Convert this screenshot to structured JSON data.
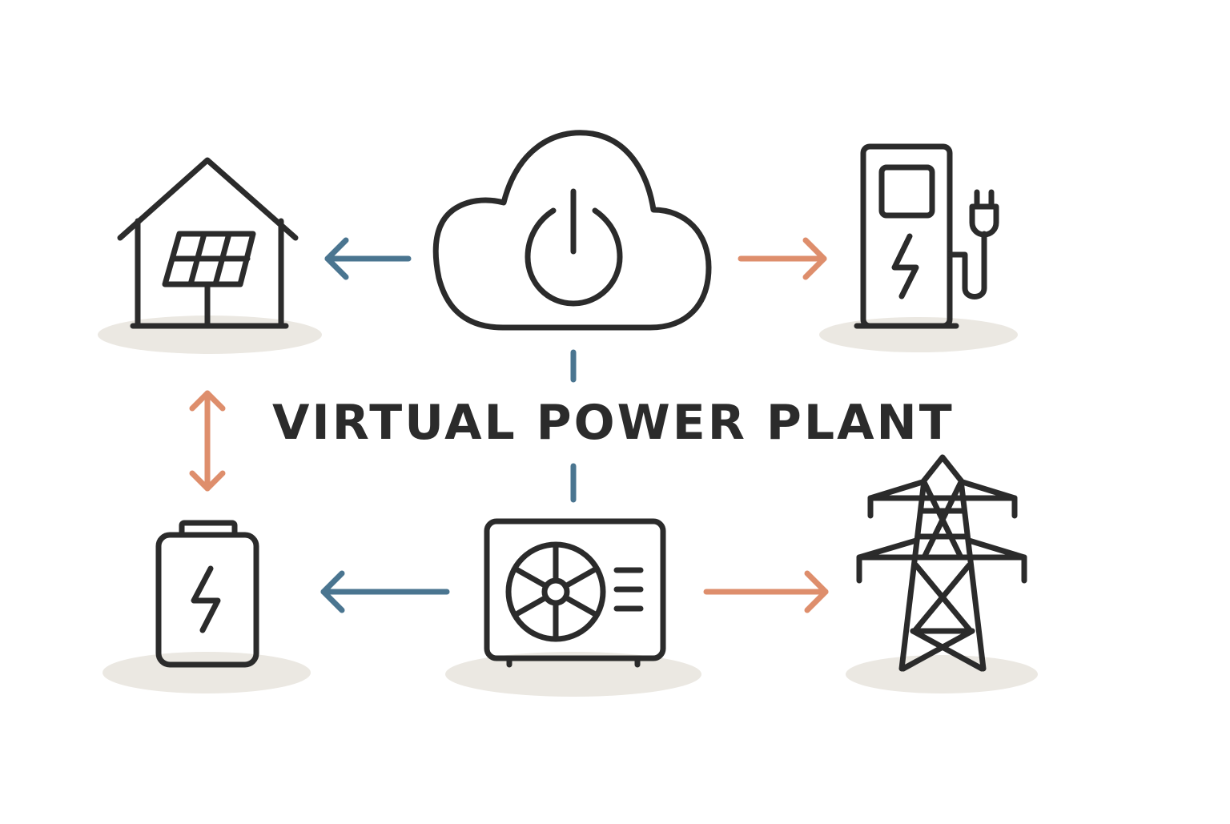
{
  "diagram": {
    "title": "VIRTUAL POWER PLANT",
    "colors": {
      "icon_stroke": "#2b2b2b",
      "title_text": "#2b2b2b",
      "arrow_blue": "#4a7590",
      "arrow_orange": "#de8e6c",
      "ground_shadow": "#ebe8e2"
    },
    "nodes": [
      {
        "name": "cloud-power-icon"
      },
      {
        "name": "solar-house-icon"
      },
      {
        "name": "ev-charger-icon"
      },
      {
        "name": "battery-icon"
      },
      {
        "name": "heat-pump-icon"
      },
      {
        "name": "transmission-tower-icon"
      }
    ],
    "connections": [
      {
        "from": "cloud-power-icon",
        "to": "solar-house-icon",
        "color": "blue",
        "style": "arrow"
      },
      {
        "from": "cloud-power-icon",
        "to": "ev-charger-icon",
        "color": "orange",
        "style": "arrow"
      },
      {
        "from": "solar-house-icon",
        "to": "battery-icon",
        "color": "orange",
        "style": "bidirectional-arrow"
      },
      {
        "from": "cloud-power-icon",
        "to": "heat-pump-icon",
        "color": "blue",
        "style": "dashed-line"
      },
      {
        "from": "heat-pump-icon",
        "to": "battery-icon",
        "color": "blue",
        "style": "arrow"
      },
      {
        "from": "heat-pump-icon",
        "to": "transmission-tower-icon",
        "color": "orange",
        "style": "arrow"
      }
    ]
  }
}
